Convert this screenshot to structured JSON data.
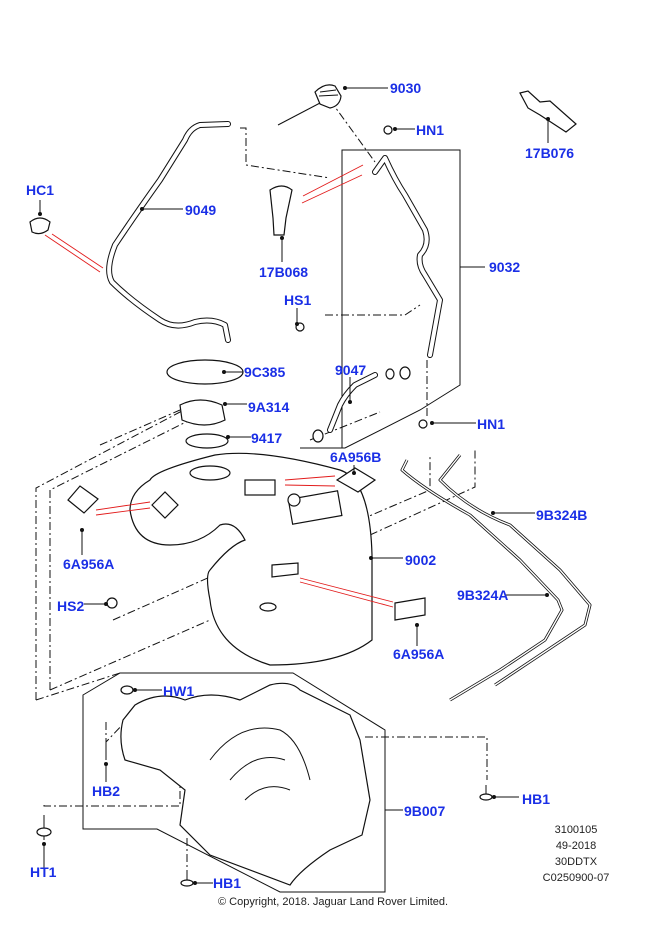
{
  "diagram": {
    "title": "Fuel tank and related parts exploded view",
    "label_color": "#1a2fe6",
    "callout_color": "#e21b1b",
    "parts": {
      "p9030": "9030",
      "hn1_top": "HN1",
      "p17b076": "17B076",
      "hc1": "HC1",
      "p9049": "9049",
      "p17b068": "17B068",
      "p9032": "9032",
      "hs1": "HS1",
      "p9047": "9047",
      "p9c385": "9C385",
      "p9a314": "9A314",
      "p9417": "9417",
      "hn1_mid": "HN1",
      "p6a956b": "6A956B",
      "p9b324b": "9B324B",
      "p6a956a_left": "6A956A",
      "p9002": "9002",
      "hs2": "HS2",
      "p9b324a": "9B324A",
      "p6a956a_right": "6A956A",
      "hw1": "HW1",
      "hb2": "HB2",
      "hb1_right": "HB1",
      "p9b007": "9B007",
      "ht1": "HT1",
      "hb1_bottom": "HB1"
    },
    "reference": {
      "line1": "3100105",
      "line2": "49-2018",
      "line3": "30DDTX",
      "line4": "C0250900-07"
    },
    "copyright": "© Copyright, 2018. Jaguar Land Rover Limited."
  }
}
